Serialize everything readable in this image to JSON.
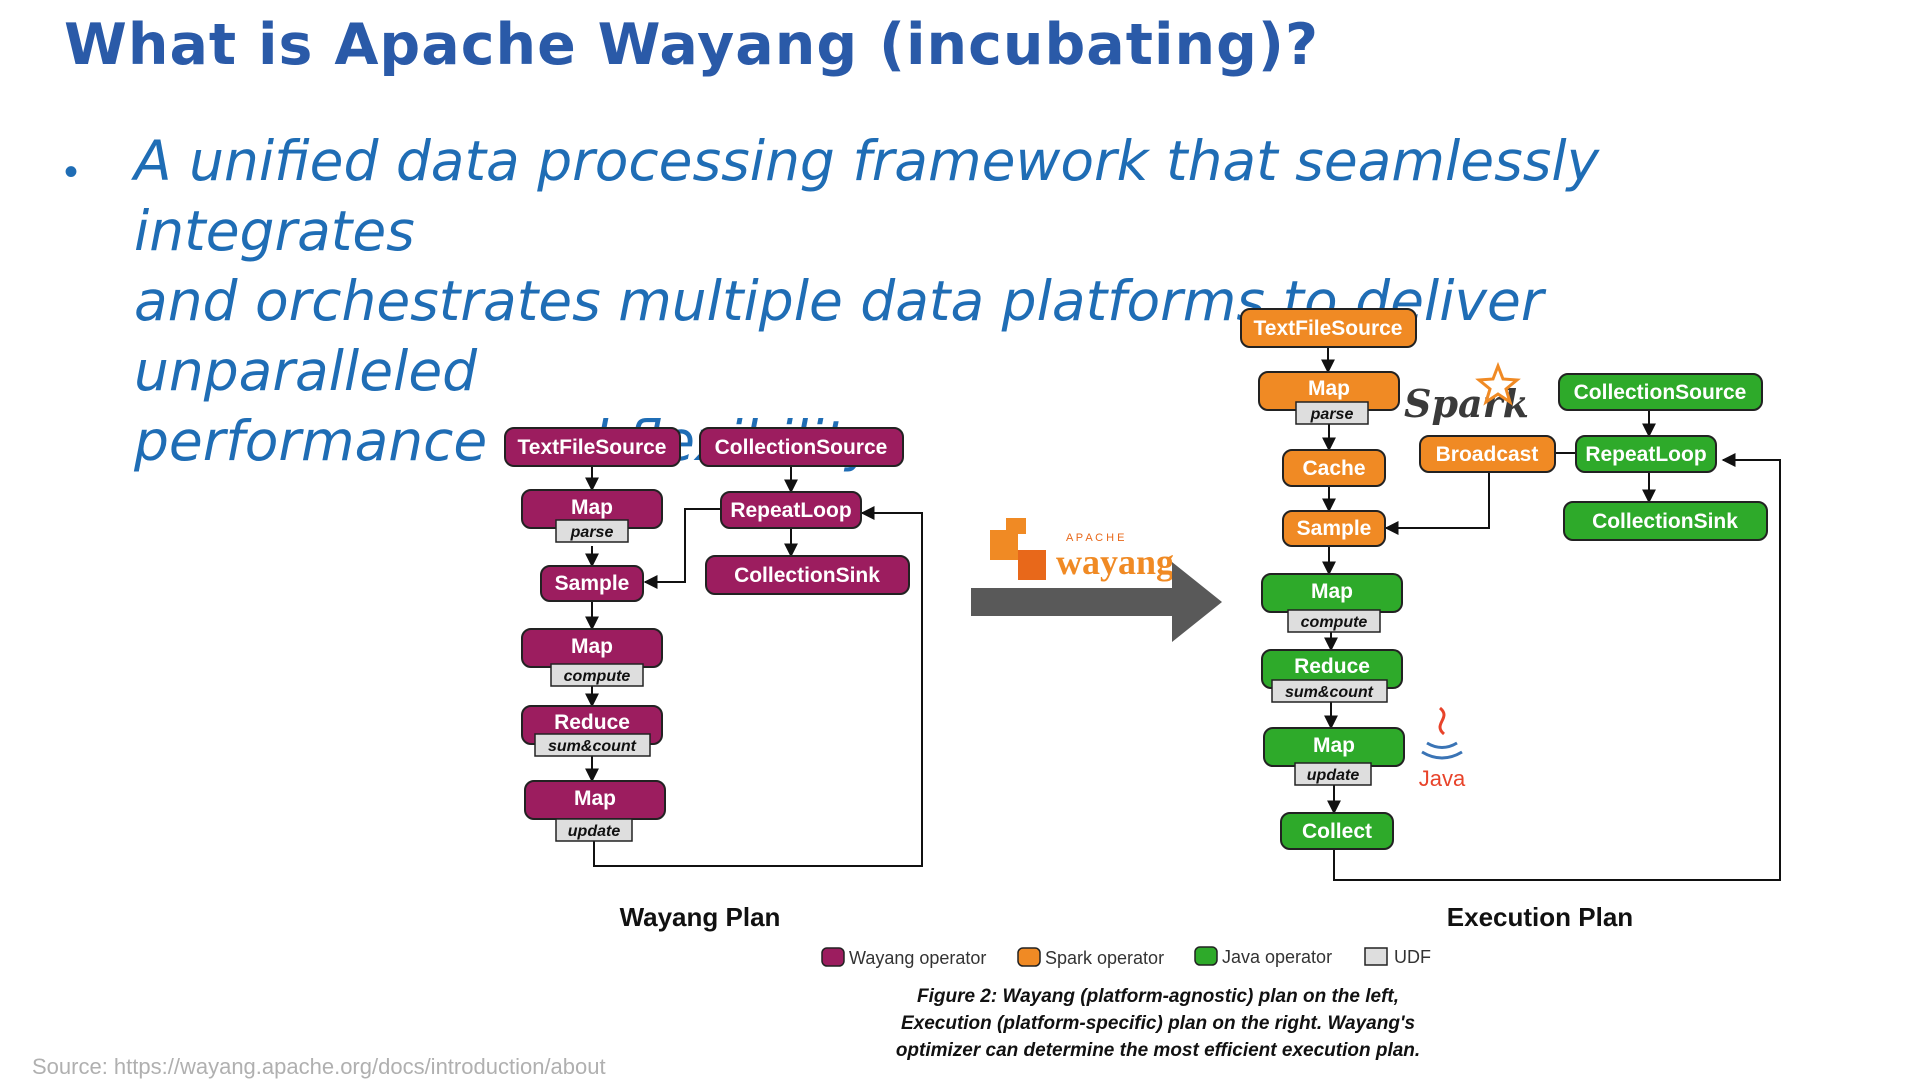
{
  "slide": {
    "title": "What is Apache Wayang (incubating)?",
    "bullet_dot": "•",
    "bullet_lines": [
      "A unified data processing framework that seamlessly integrates",
      "and orchestrates multiple data platforms to deliver unparalleled",
      "performance and flexibility"
    ],
    "source": "Source: https://wayang.apache.org/docs/introduction/about"
  },
  "colors": {
    "title": "#2a5aa8",
    "bullet": "#1f6db5",
    "wayang_operator": "#9c1d5f",
    "spark_operator": "#f08a24",
    "java_operator": "#2eaa2a",
    "udf": "#dedede",
    "arrow": "#595959"
  },
  "figure": {
    "wayang_plan": {
      "title": "Wayang Plan",
      "operators": {
        "textfilesource": "TextFileSource",
        "collectionsource": "CollectionSource",
        "map_parse": "Map",
        "repeatloop": "RepeatLoop",
        "sample": "Sample",
        "collectionsink": "CollectionSink",
        "map_compute": "Map",
        "reduce": "Reduce",
        "map_update": "Map"
      },
      "udfs": {
        "parse": "parse",
        "compute": "compute",
        "sumcount": "sum&count",
        "update": "update"
      }
    },
    "execution_plan": {
      "title": "Execution Plan",
      "operators": {
        "textfilesource": "TextFileSource",
        "map_parse": "Map",
        "cache": "Cache",
        "broadcast": "Broadcast",
        "sample": "Sample",
        "collectionsource": "CollectionSource",
        "repeatloop": "RepeatLoop",
        "collectionsink": "CollectionSink",
        "map_compute": "Map",
        "reduce": "Reduce",
        "map_update": "Map",
        "collect": "Collect"
      },
      "udfs": {
        "parse": "parse",
        "compute": "compute",
        "sumcount": "sum&count",
        "update": "update"
      },
      "spark_logo": "Spark",
      "java_logo": "Java"
    },
    "wayang_logo": {
      "apache": "A P A C H E",
      "name": "wayang"
    },
    "legend": [
      "Wayang operator",
      "Spark operator",
      "Java operator",
      "UDF"
    ],
    "caption": [
      "Figure 2: Wayang (platform-agnostic) plan on the left,",
      "Execution (platform-specific) plan on the right. Wayang's",
      "optimizer can determine the most efficient execution plan."
    ]
  }
}
